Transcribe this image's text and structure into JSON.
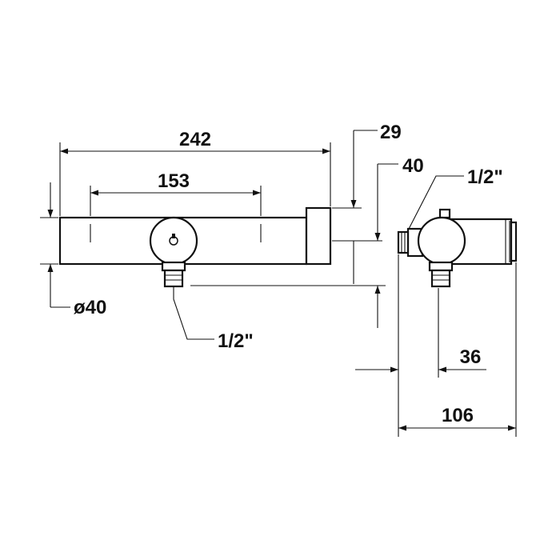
{
  "dimensions": {
    "length_overall": "242",
    "inlet_spacing": "153",
    "height_29": "29",
    "height_40": "40",
    "thread_side": "1/2\"",
    "diameter": "ø40",
    "thread_bottom": "1/2\"",
    "offset_36": "36",
    "depth_106": "106"
  }
}
